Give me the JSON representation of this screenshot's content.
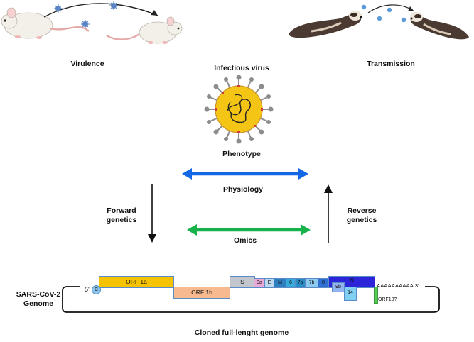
{
  "top": {
    "virulence_label": "Virulence",
    "infectious_virus_label": "Infectious virus",
    "transmission_label": "Transmission"
  },
  "middle": {
    "phenotype_label": "Phenotype",
    "physiology_label": "Physiology",
    "forward_label_line1": "Forward",
    "forward_label_line2": "genetics",
    "reverse_label_line1": "Reverse",
    "reverse_label_line2": "genetics",
    "omics_label": "Omics"
  },
  "genome": {
    "title_line1": "SARS-CoV-2",
    "title_line2": "Genome",
    "five_prime": "5'",
    "cap": "C",
    "orf1a": "ORF 1a",
    "orf1b": "ORF 1b",
    "s": "S",
    "orf3a": "3a",
    "e": "E",
    "m": "M",
    "orf6": "6",
    "orf7a": "7a",
    "orf7b": "7b",
    "orf8": "8",
    "n": "N",
    "orf9b": "9b",
    "orf14": "14",
    "orf10": "ORF10?",
    "polyA": "AAAAAAAAAA 3'",
    "caption": "Cloned full-lenght genome"
  },
  "colors": {
    "blue_arrow": "#1467e6",
    "green_arrow": "#17b24a",
    "orf1a": "#f6c300",
    "orf1b": "#f7b98e",
    "s": "#c3c6cc",
    "orf3a": "#e8a8d8",
    "e": "#bcd8f0",
    "m": "#2e7fc0",
    "orf6": "#37a9d9",
    "orf7a": "#2a8cc7",
    "orf7b": "#8dcaf0",
    "orf8": "#2f6fd3",
    "n": "#2b24d8",
    "orf9b": "#90b4f0",
    "orf14": "#7fd0f3",
    "orf10": "#55cc55",
    "virus_body": "#f4c515",
    "virus_spike": "#8c8c8c",
    "ferret": "#4b3a32"
  }
}
